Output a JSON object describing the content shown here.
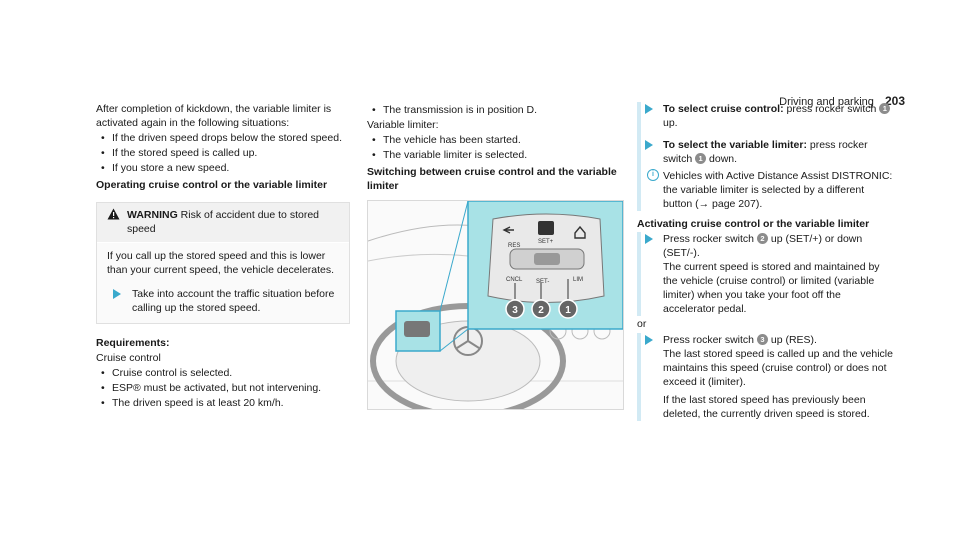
{
  "header": {
    "section": "Driving and parking",
    "page": "203"
  },
  "col1": {
    "intro": "After completion of kickdown, the variable limiter is activated again in the following situations:",
    "situations": [
      "If the driven speed drops below the stored speed.",
      "If the stored speed is called up.",
      "If you store a new speed."
    ],
    "heading": "Operating cruise control or the variable limiter",
    "warning": {
      "label": "WARNING",
      "title": "Risk of accident due to stored speed",
      "body": "If you call up the stored speed and this is lower than your current speed, the vehicle decelerates.",
      "action": "Take into account the traffic situation before calling up the stored speed."
    },
    "req_heading": "Requirements:",
    "req_sub": "Cruise control",
    "requirements": [
      "Cruise control is selected.",
      "ESP® must be activated, but not intervening.",
      "The driven speed is at least 20 km/h."
    ]
  },
  "col2": {
    "req_top": "The transmission is in position D.",
    "var_sub": "Variable limiter:",
    "var_items": [
      "The vehicle has been started.",
      "The variable limiter is selected."
    ],
    "heading": "Switching between cruise control and the variable limiter",
    "figure": {
      "labels": [
        "RES",
        "SET+",
        "CNCL",
        "SET-",
        "LIM"
      ],
      "callouts": [
        "3",
        "2",
        "1"
      ]
    }
  },
  "col3": {
    "a1_bold": "To select cruise control:",
    "a1_text_pre": "press rocker switch",
    "a1_num": "1",
    "a1_text_post": "up.",
    "a2_bold": "To select the variable limiter:",
    "a2_text_pre": "press rocker switch",
    "a2_num": "1",
    "a2_text_post": "down.",
    "info": "Vehicles with Active Distance Assist DISTRONIC: the variable limiter is selected by a different button (→ page 207).",
    "heading": "Activating cruise control or the variable limiter",
    "b1_pre": "Press rocker switch",
    "b1_num": "2",
    "b1_post": "up (SET/+) or down (SET/-).",
    "b1_body": "The current speed is stored and maintained by the vehicle (cruise control) or limited (variable limiter) when you take your foot off the accelerator pedal.",
    "or": "or",
    "b2_pre": "Press rocker switch",
    "b2_num": "3",
    "b2_post": "up (RES).",
    "b2_body1": "The last stored speed is called up and the vehicle maintains this speed (cruise control) or does not exceed it (limiter).",
    "b2_body2": "If the last stored speed has previously been deleted, the currently driven speed is stored."
  },
  "colors": {
    "accent": "#3aa9cc",
    "panel": "#a8e2e6"
  }
}
